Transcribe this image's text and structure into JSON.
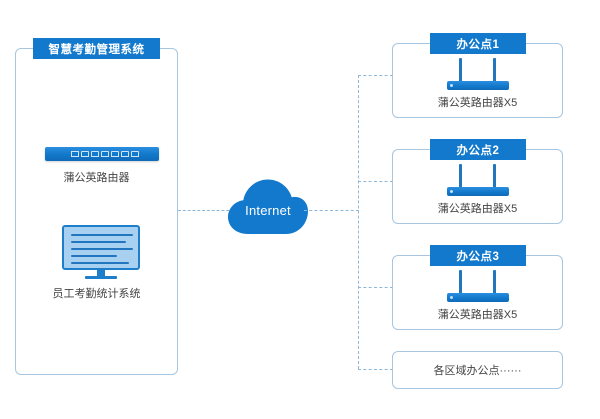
{
  "diagram": {
    "headquarters": {
      "banner_label": "智慧考勤管理系统",
      "router": {
        "icon": "wired-router-icon",
        "caption": "蒲公英路由器"
      },
      "workstation": {
        "icon": "desktop-monitor-icon",
        "caption": "员工考勤统计系统"
      }
    },
    "internet": {
      "icon": "cloud-icon",
      "label": "Internet"
    },
    "offices": [
      {
        "banner_label": "办公点1",
        "device_icon": "wireless-router-icon",
        "device_caption": "蒲公英路由器X5"
      },
      {
        "banner_label": "办公点2",
        "device_icon": "wireless-router-icon",
        "device_caption": "蒲公英路由器X5"
      },
      {
        "banner_label": "办公点3",
        "device_icon": "wireless-router-icon",
        "device_caption": "蒲公英路由器X5"
      }
    ],
    "more_offices": {
      "label": "各区域办公点······"
    },
    "colors": {
      "banner_blue": "#1279cd",
      "border_blue": "#a8c6e0",
      "cloud_blue": "#1279cd",
      "dash_blue": "#8fb8d8",
      "caption_gray": "#444444"
    }
  }
}
